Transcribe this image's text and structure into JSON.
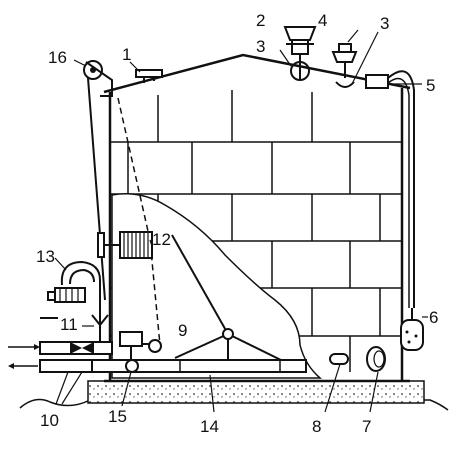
{
  "colors": {
    "ink": "#111111",
    "paper": "#ffffff",
    "fill_gray": "#d9d9d9"
  },
  "labels": {
    "l1": "1",
    "l2": "2",
    "l3a": "3",
    "l3b": "3",
    "l4": "4",
    "l5": "5",
    "l6": "6",
    "l7": "7",
    "l8": "8",
    "l9": "9",
    "l10": "10",
    "l11": "11",
    "l12": "12",
    "l13": "13",
    "l14": "14",
    "l15": "15",
    "l16": "16"
  }
}
